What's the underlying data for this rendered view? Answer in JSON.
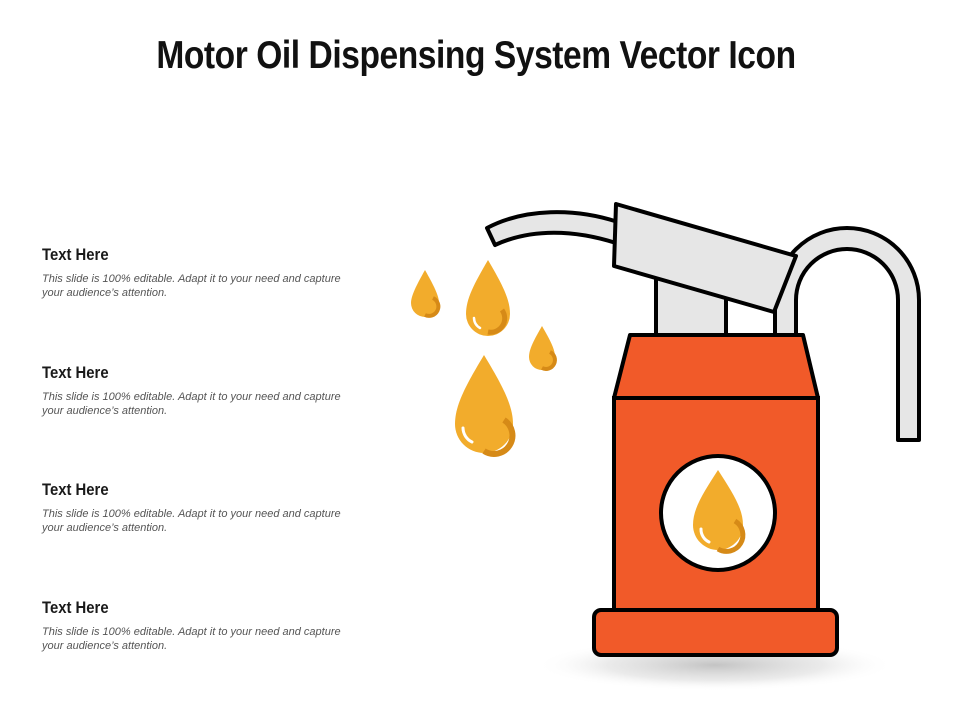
{
  "slide": {
    "title": "Motor Oil Dispensing System Vector Icon"
  },
  "text_items": [
    {
      "heading": "Text Here",
      "body": "This slide is 100% editable. Adapt it to your need and capture your audience’s attention."
    },
    {
      "heading": "Text Here",
      "body": "This slide is 100% editable. Adapt it to your need and capture your audience’s attention."
    },
    {
      "heading": "Text Here",
      "body": "This slide is 100% editable. Adapt it to your need and capture your audience’s attention."
    },
    {
      "heading": "Text Here",
      "body": "This slide is 100% editable. Adapt it to your need and capture your audience’s attention."
    }
  ],
  "colors": {
    "can_body": "#F15A29",
    "oil_drop": "#F2AC2C",
    "oil_drop_shade": "#D68A17",
    "spout": "#E6E6E6",
    "outline": "#000000"
  },
  "icons": [
    "oil-can-icon",
    "oil-drop-icon"
  ]
}
